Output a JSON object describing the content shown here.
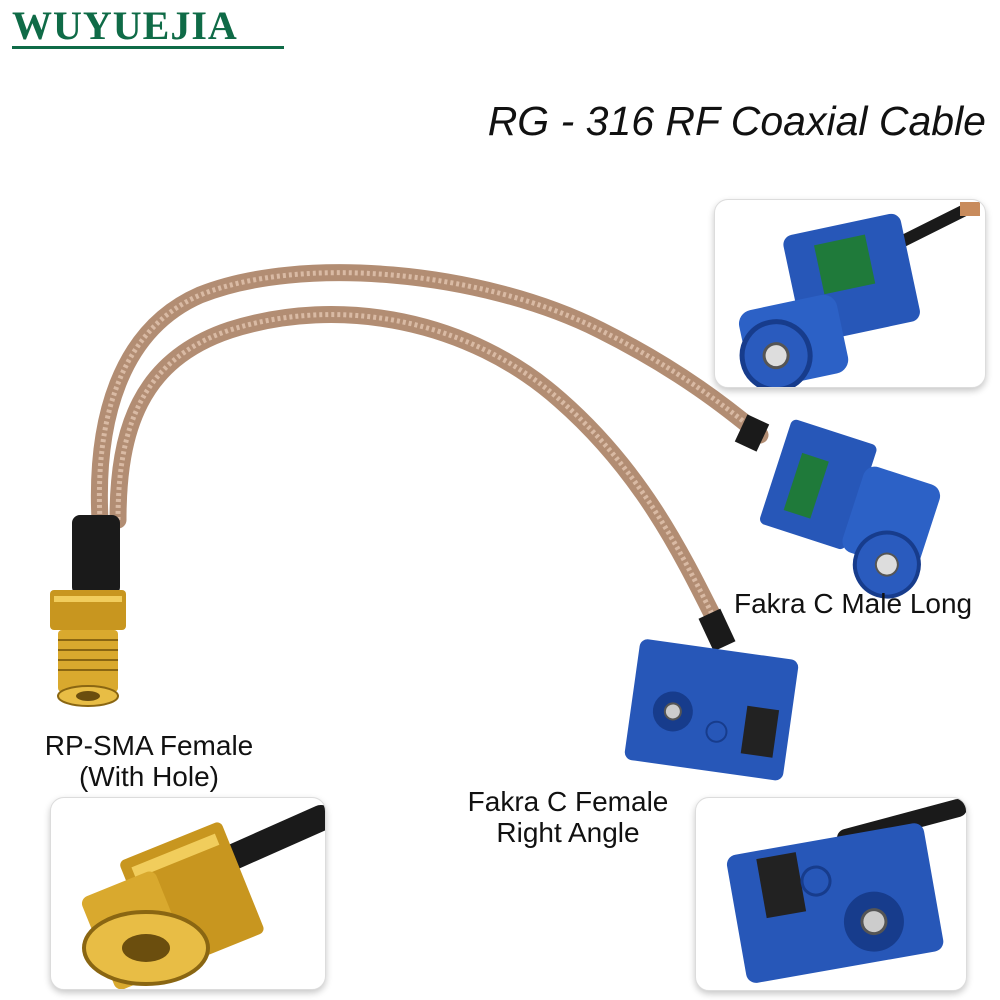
{
  "brand": {
    "name": "WUYUEJIA",
    "color": "#0f6b47"
  },
  "title": "RG - 316 RF Coaxial Cable",
  "labels": {
    "male_long": "Fakra C Male Long",
    "sma_line1": "RP-SMA Female",
    "sma_line2": "(With Hole)",
    "female_line1": "Fakra C Female",
    "female_line2": "Right Angle"
  },
  "colors": {
    "cable": "#c9a187",
    "cable_highlight": "#e6cdb8",
    "fakra_blue": "#2757b8",
    "fakra_blue_dark": "#173c8c",
    "gold": "#d4a52c",
    "gold_dark": "#8a6612",
    "green_latch": "#1f7a3a",
    "jacket": "#1a1a1a"
  },
  "icons": {
    "male_detail": "fakra-male-connector-photo",
    "sma_detail": "rp-sma-female-connector-photo",
    "female_detail": "fakra-female-right-angle-photo"
  }
}
